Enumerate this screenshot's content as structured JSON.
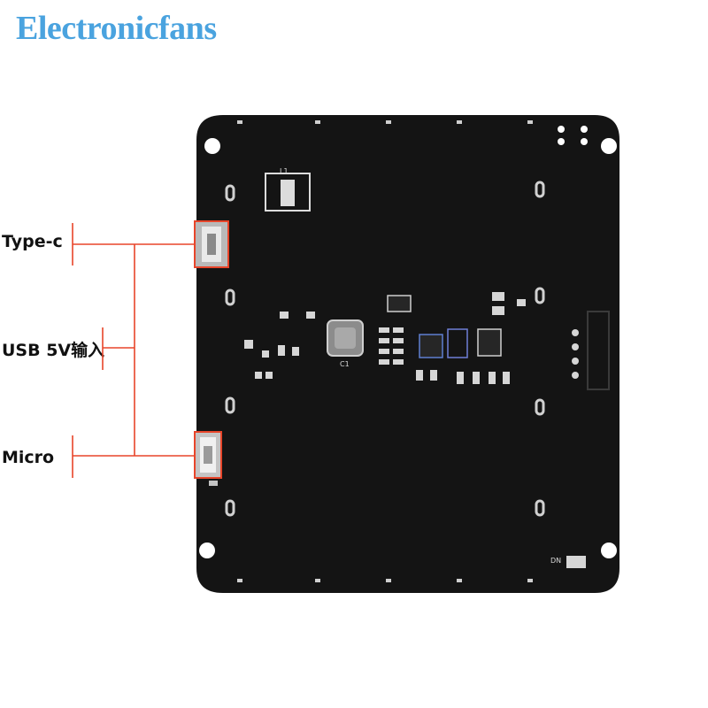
{
  "brand": {
    "text": "Electronicfans",
    "color": "#4aa3df"
  },
  "labels": {
    "typec": "Type-c",
    "usb": "USB 5V输入",
    "micro": "Micro"
  },
  "board": {
    "silkscreen": [
      "L1",
      "C1",
      "DN"
    ]
  },
  "colors": {
    "pcb": "#141414",
    "line": "#e8452a",
    "silk": "#d8d8d8"
  }
}
